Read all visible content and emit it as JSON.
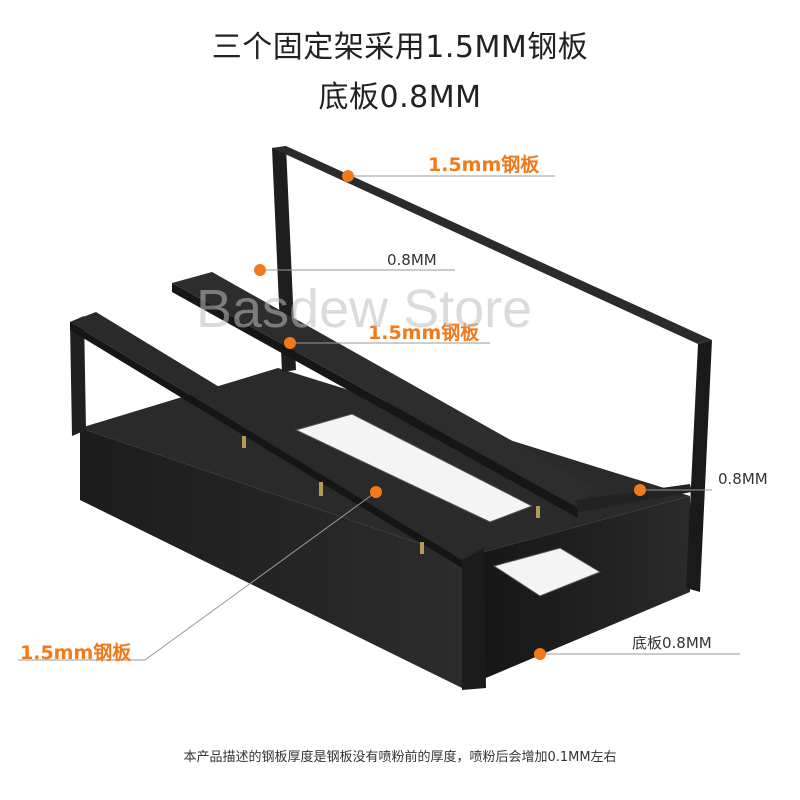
{
  "header": {
    "line1": "三个固定架采用1.5MM钢板",
    "line2": "底板0.8MM"
  },
  "labels": {
    "top_bar": "1.5mm钢板",
    "middle_bar": "0.8MM",
    "front_bar": "1.5mm钢板",
    "right_bar": "0.8MM",
    "left_front": "1.5mm钢板",
    "base_plate": "底板0.8MM"
  },
  "watermark": "Basdew Store",
  "footnote": "本产品描述的钢板厚度是钢板没有喷粉前的厚度，喷粉后会增加0.1MM左右",
  "colors": {
    "accent": "#f27a1a",
    "frame": "#1f1f1f"
  }
}
